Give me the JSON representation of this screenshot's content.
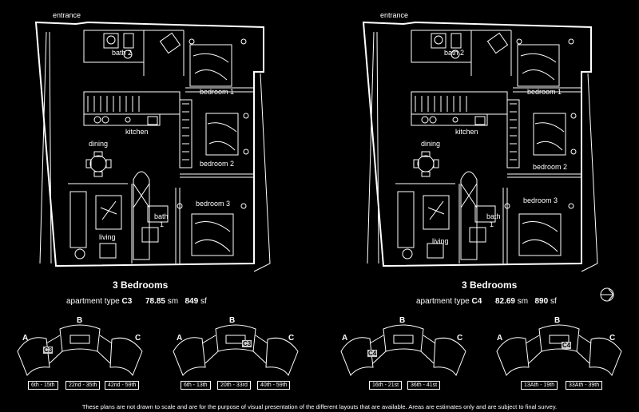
{
  "colors": {
    "background": "#000000",
    "lines": "#ffffff",
    "highlight": "#cccccc"
  },
  "plans": [
    {
      "rooms": {
        "entrance": "entrance",
        "bath2": "bath 2",
        "bedroom1": "bedroom 1",
        "kitchen": "kitchen",
        "dining": "dining",
        "bedroom2": "bedroom 2",
        "bedroom3": "bedroom 3",
        "bath1": "bath",
        "bath1_num": "1",
        "living": "living"
      },
      "title": "3 Bedrooms",
      "apt_label": "apartment  type",
      "type": "C3",
      "area_sm": "78.85",
      "sm_unit": "sm",
      "area_sf": "849",
      "sf_unit": "sf"
    },
    {
      "rooms": {
        "entrance": "entrance",
        "bath2": "bath 2",
        "bedroom1": "bedroom 1",
        "kitchen": "kitchen",
        "dining": "dining",
        "bedroom2": "bedroom 2",
        "bedroom3": "bedroom 3",
        "bath1": "bath",
        "bath1_num": "1",
        "living": "living"
      },
      "title": "3 Bedrooms",
      "apt_label": "apartment  type",
      "type": "C4",
      "area_sm": "82.69",
      "sm_unit": "sm",
      "area_sf": "890",
      "sf_unit": "sf"
    }
  ],
  "keyplans": [
    {
      "a": "A",
      "b": "B",
      "c": "C",
      "unit": "C3",
      "floors": [
        "6th - 15th",
        "22nd - 35th",
        "42nd - 59th"
      ]
    },
    {
      "a": "A",
      "b": "B",
      "c": "C",
      "unit": "C3",
      "floors": [
        "6th - 13th",
        "20th - 33rd",
        "40th - 59th"
      ]
    },
    {
      "a": "A",
      "b": "B",
      "c": "C",
      "unit": "C4",
      "floors": [
        "16th - 21st",
        "36th - 41st"
      ]
    },
    {
      "a": "A",
      "b": "B",
      "c": "C",
      "unit": "C4",
      "floors": [
        "13Ath - 19th",
        "33Ath - 39th"
      ]
    }
  ],
  "footer": "These plans are not drawn to scale and are for the purpose of visual presentation of the different layouts that are available. Areas are estimates only and are subject to final survey."
}
